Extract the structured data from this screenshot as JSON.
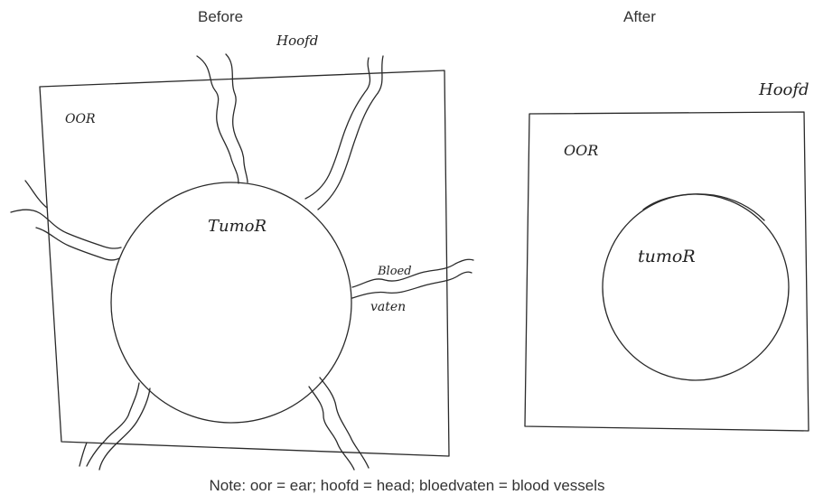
{
  "panels": {
    "before": {
      "title": "Before",
      "labels": {
        "head": "Hoofd",
        "ear": "OOR",
        "tumor": "TumoR",
        "vessels_line1": "Bloed",
        "vessels_line2": "vaten"
      }
    },
    "after": {
      "title": "After",
      "labels": {
        "head": "Hoofd",
        "ear": "OOR",
        "tumor": "tumoR"
      }
    }
  },
  "note": "Note: oor = ear; hoofd = head; bloedvaten = blood vessels",
  "colors": {
    "ink": "#2a2a2a",
    "caption": "#333333",
    "background": "#ffffff"
  }
}
